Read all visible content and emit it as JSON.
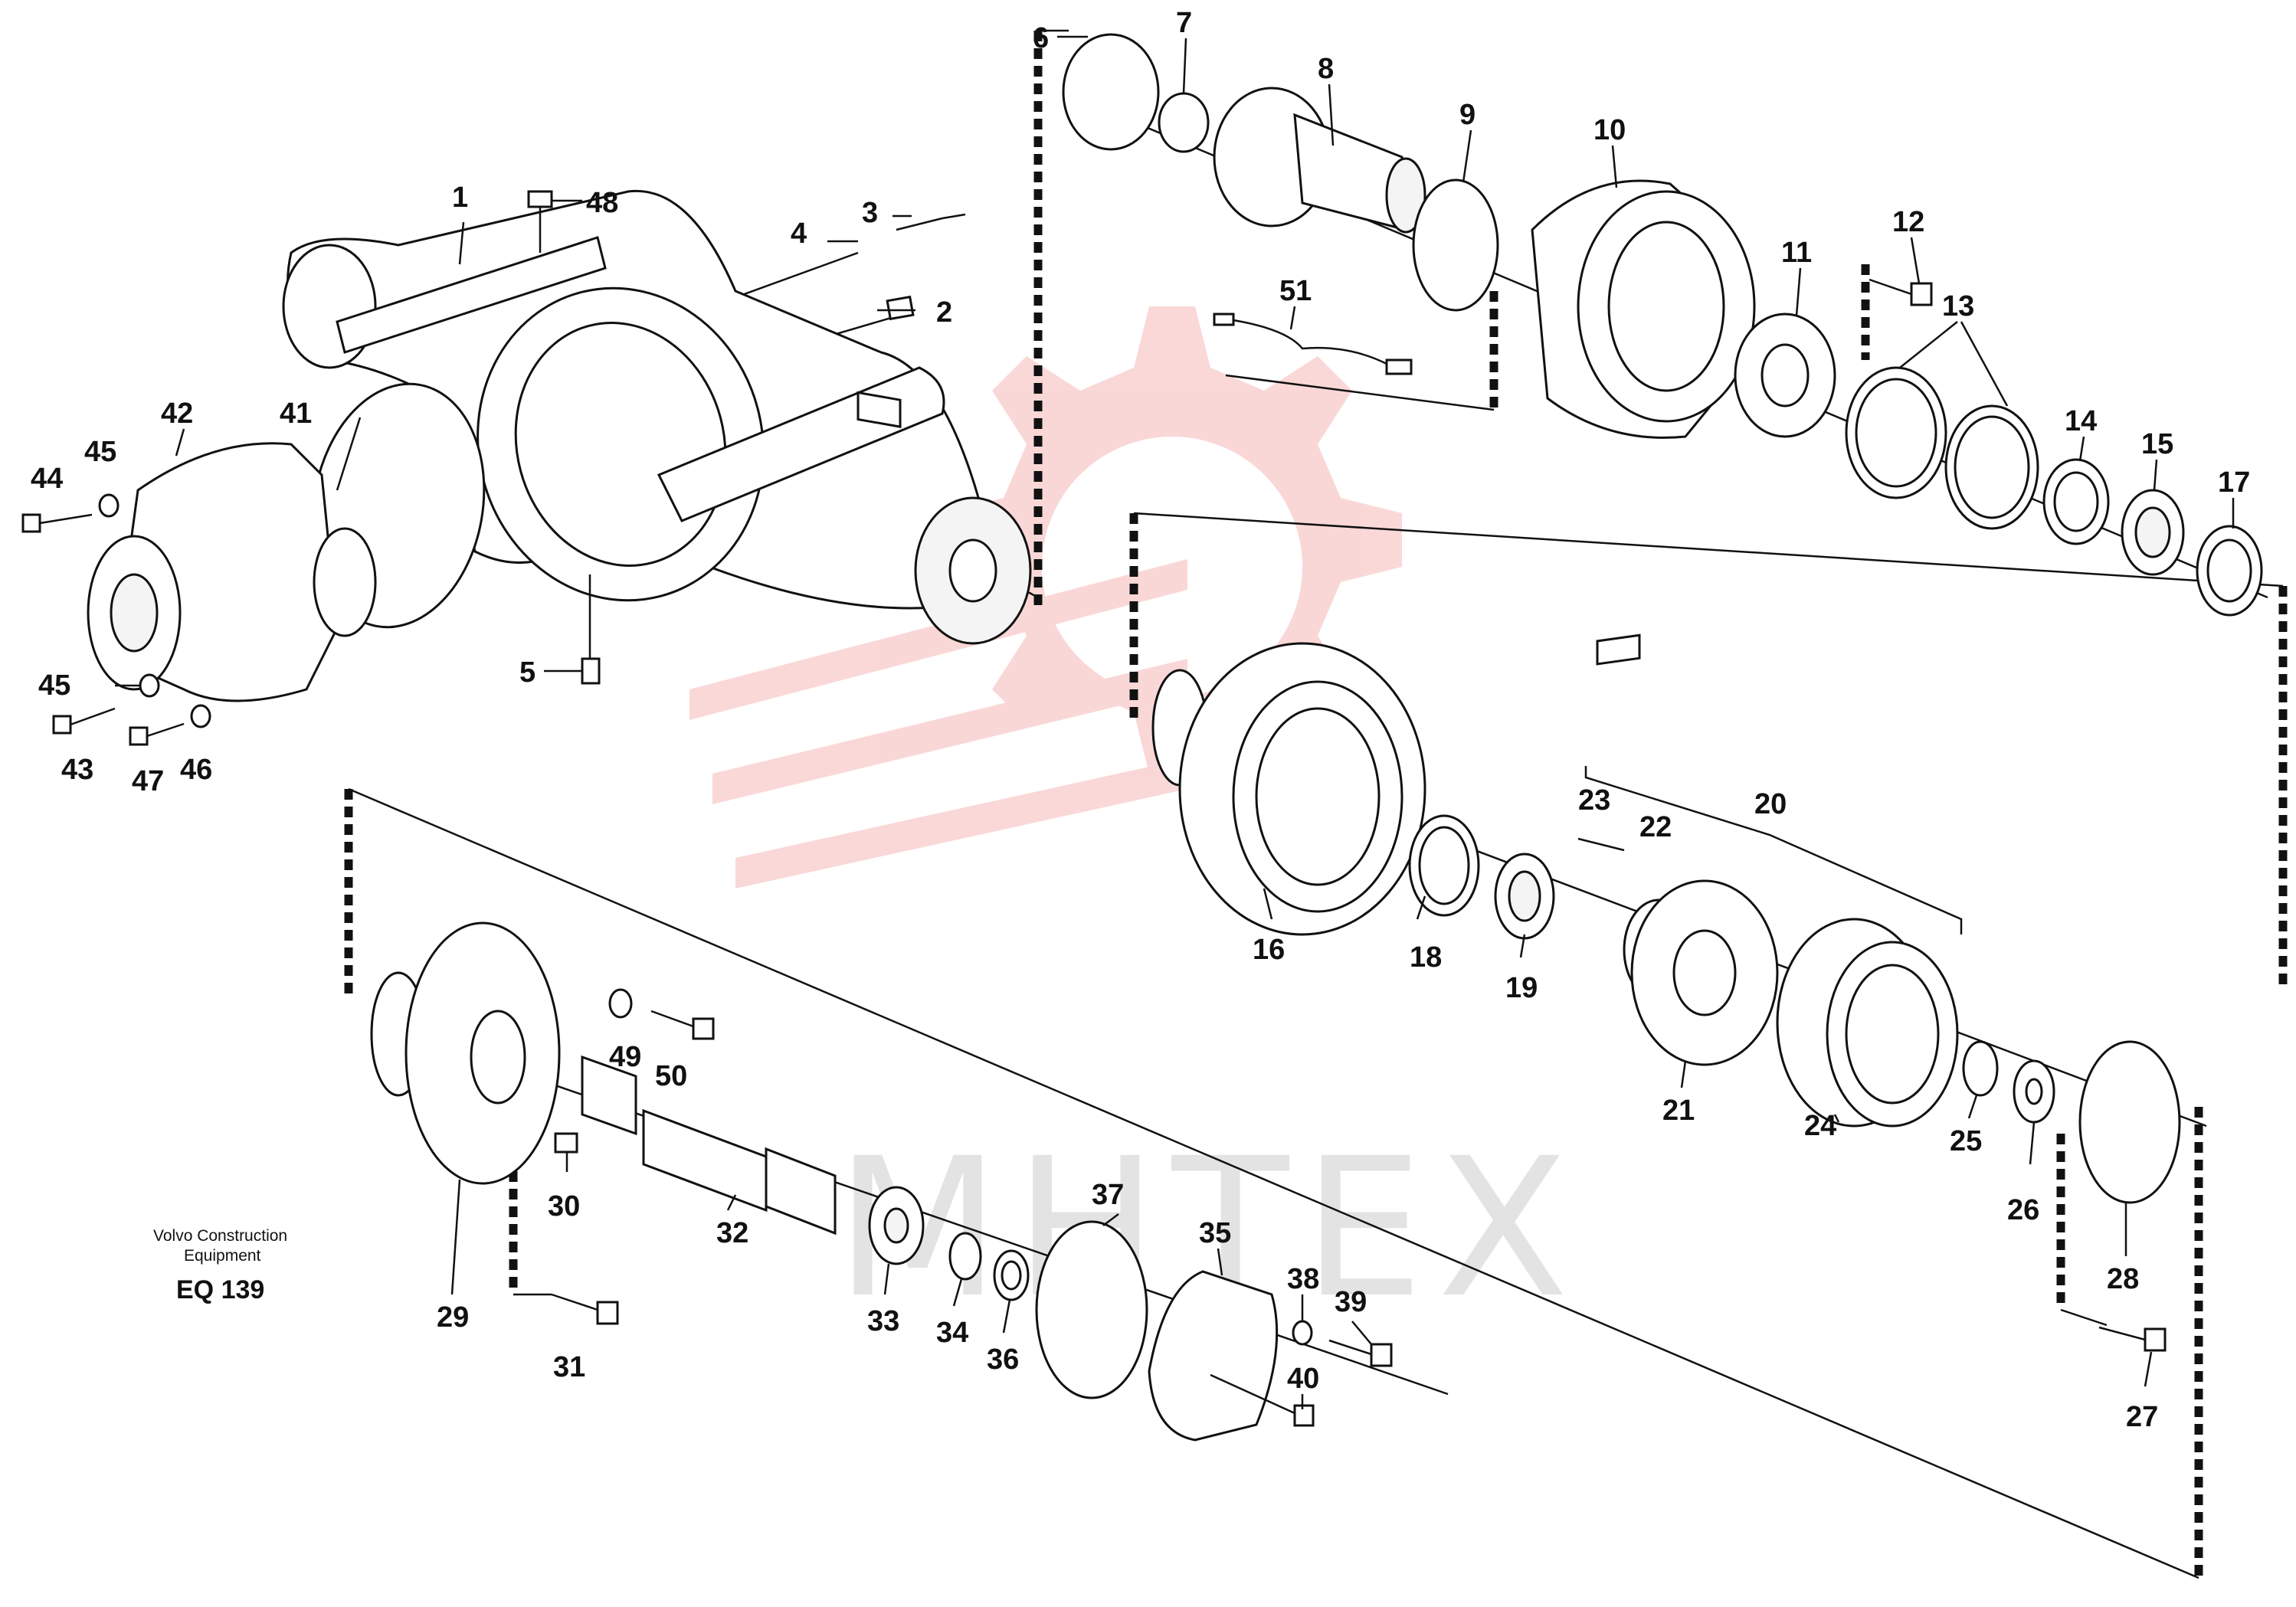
{
  "caption": {
    "line1": "Volvo Construction",
    "line2": "Equipment",
    "code": "EQ 139"
  },
  "watermark": {
    "text": "MHTEX",
    "color": "#f6b8b8"
  },
  "labels": [
    {
      "id": "1",
      "text": "1"
    },
    {
      "id": "2",
      "text": "2"
    },
    {
      "id": "3",
      "text": "3"
    },
    {
      "id": "4",
      "text": "4"
    },
    {
      "id": "5",
      "text": "5"
    },
    {
      "id": "6",
      "text": "6"
    },
    {
      "id": "7",
      "text": "7"
    },
    {
      "id": "8",
      "text": "8"
    },
    {
      "id": "9",
      "text": "9"
    },
    {
      "id": "10",
      "text": "10"
    },
    {
      "id": "11",
      "text": "11"
    },
    {
      "id": "12",
      "text": "12"
    },
    {
      "id": "13",
      "text": "13"
    },
    {
      "id": "14",
      "text": "14"
    },
    {
      "id": "15",
      "text": "15"
    },
    {
      "id": "16",
      "text": "16"
    },
    {
      "id": "17",
      "text": "17"
    },
    {
      "id": "18",
      "text": "18"
    },
    {
      "id": "19",
      "text": "19"
    },
    {
      "id": "20",
      "text": "20"
    },
    {
      "id": "21",
      "text": "21"
    },
    {
      "id": "22",
      "text": "22"
    },
    {
      "id": "23",
      "text": "23"
    },
    {
      "id": "24",
      "text": "24"
    },
    {
      "id": "25",
      "text": "25"
    },
    {
      "id": "26",
      "text": "26"
    },
    {
      "id": "27",
      "text": "27"
    },
    {
      "id": "28",
      "text": "28"
    },
    {
      "id": "29",
      "text": "29"
    },
    {
      "id": "30",
      "text": "30"
    },
    {
      "id": "31",
      "text": "31"
    },
    {
      "id": "32",
      "text": "32"
    },
    {
      "id": "33",
      "text": "33"
    },
    {
      "id": "34",
      "text": "34"
    },
    {
      "id": "35",
      "text": "35"
    },
    {
      "id": "36",
      "text": "36"
    },
    {
      "id": "37",
      "text": "37"
    },
    {
      "id": "38",
      "text": "38"
    },
    {
      "id": "39",
      "text": "39"
    },
    {
      "id": "40",
      "text": "40"
    },
    {
      "id": "41",
      "text": "41"
    },
    {
      "id": "42",
      "text": "42"
    },
    {
      "id": "43",
      "text": "43"
    },
    {
      "id": "44",
      "text": "44"
    },
    {
      "id": "45a",
      "text": "45"
    },
    {
      "id": "45b",
      "text": "45"
    },
    {
      "id": "46",
      "text": "46"
    },
    {
      "id": "47",
      "text": "47"
    },
    {
      "id": "48",
      "text": "48"
    },
    {
      "id": "49",
      "text": "49"
    },
    {
      "id": "50",
      "text": "50"
    },
    {
      "id": "51",
      "text": "51"
    }
  ]
}
